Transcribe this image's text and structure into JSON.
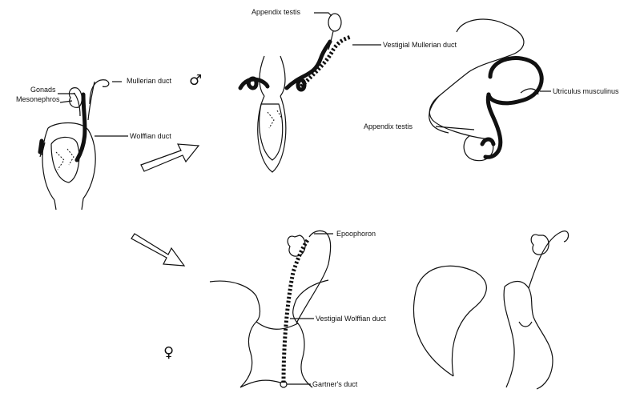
{
  "labels": {
    "gonads": "Gonads",
    "mesonephros": "Mesonephros",
    "mullerian_duct": "Mullerian duct",
    "wolffian_duct": "Wolffian duct",
    "appendix_testis_top": "Appendix testis",
    "vestigial_mullerian_duct": "Vestigial Mullerian duct",
    "utriculus_musculinus": "Utriculus musculinus",
    "appendix_testis_right": "Appendix testis",
    "epoophoron": "Epoophoron",
    "vestigial_wolffian_duct": "Vestigial Wolffian duct",
    "gartners_duct": "Gartner's duct"
  },
  "symbols": {
    "male": "♂",
    "female": "♀"
  }
}
